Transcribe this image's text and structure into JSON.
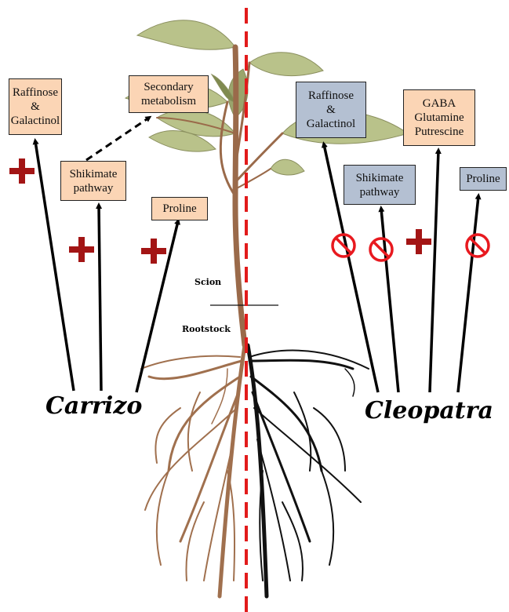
{
  "labels": {
    "scion": "Scion",
    "rootstock": "Rootstock",
    "left_rootstock": "Carrizo",
    "right_rootstock": "Cleopatra"
  },
  "left_boxes": {
    "raffinose": [
      "Raffinose",
      "&",
      "Galactinol"
    ],
    "secondary": [
      "Secondary",
      "metabolism"
    ],
    "shikimate": [
      "Shikimate",
      "pathway"
    ],
    "proline": [
      "Proline"
    ]
  },
  "right_boxes": {
    "raffinose": [
      "Raffinose",
      "&",
      "Galactinol"
    ],
    "gaba": [
      "GABA",
      "Glutamine",
      "Putrescine"
    ],
    "shikimate": [
      "Shikimate",
      "pathway"
    ],
    "proline": [
      "Proline"
    ]
  },
  "colors": {
    "carrizo_box": "#fbd5b5",
    "cleopatra_box": "#b4c0d2",
    "increase_sign": "#a31515",
    "no_change_sign": "#e8191f",
    "divider": "#e21b1b",
    "stem": "#9a6a4a",
    "leaf": "#b9c28a",
    "carrizo_roots": "#a0704e",
    "cleopatra_roots": "#111111"
  },
  "icons": {
    "increase": "plus-sign-icon",
    "no_effect": "prohibition-icon"
  }
}
